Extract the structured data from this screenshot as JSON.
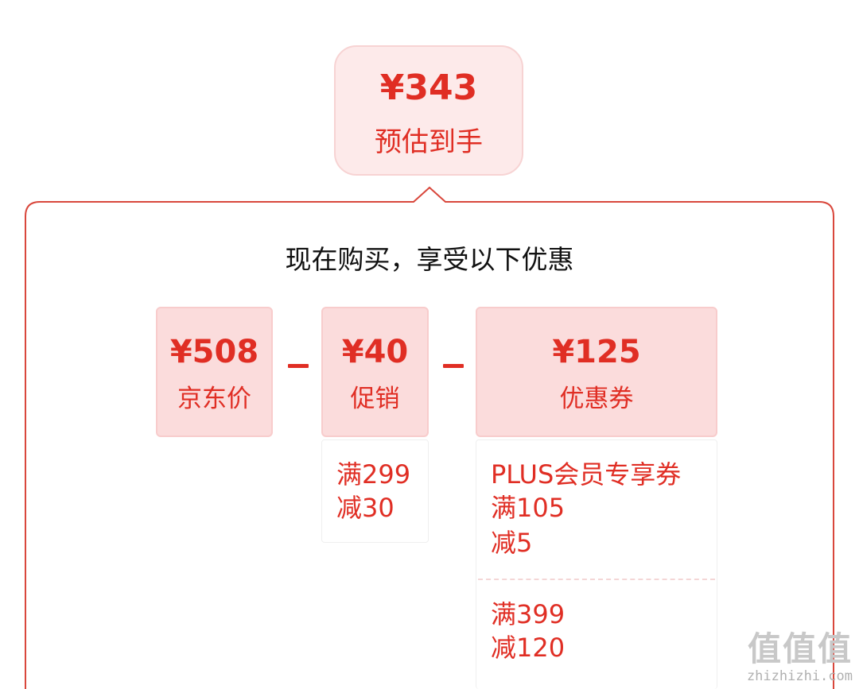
{
  "estimate": {
    "amount": "¥343",
    "label": "预估到手"
  },
  "panel": {
    "headline": "现在购买，享受以下优惠",
    "border_color": "#d9473c"
  },
  "price_breakdown": [
    {
      "amount": "¥508",
      "label": "京东价"
    },
    {
      "amount": "¥40",
      "label": "促销"
    },
    {
      "amount": "¥125",
      "label": "优惠券"
    }
  ],
  "operators": [
    "−",
    "−"
  ],
  "promotion_detail": {
    "lines": [
      "满299",
      "减30"
    ]
  },
  "coupon_detail": {
    "coupons": [
      {
        "lines": [
          "PLUS会员专享券",
          "满105",
          "减5"
        ]
      },
      {
        "lines": [
          "满399",
          "减120"
        ]
      }
    ]
  },
  "watermark": {
    "logo_text": "值值值",
    "site": "zhizhizhi.com"
  },
  "colors": {
    "accent": "#e02e24",
    "badge_bg": "#fdeaea",
    "box_bg": "#fbdcdc",
    "text_dark": "#111111"
  }
}
